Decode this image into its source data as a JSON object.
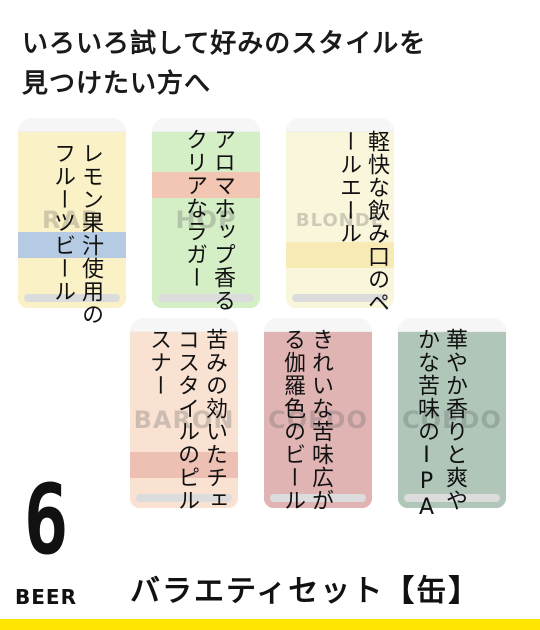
{
  "headline": {
    "line1": "いろいろ試して好みのスタイルを",
    "line2": "見つけたい方へ"
  },
  "cans": [
    {
      "label": "レモン果汁使用のフルーツビール",
      "brand": "RAD",
      "color": "#f3d96a"
    },
    {
      "label": "アロマホップ香るクリアなラガー",
      "brand": "HOP",
      "color": "#8fd16a"
    },
    {
      "label": "軽快な飲み口のペールエール",
      "brand": "BLONDE",
      "color": "#f1e7a2"
    },
    {
      "label": "苦みの効いたチェコスタイルのピルスナー",
      "brand": "BARON",
      "color": "#f1b48c"
    },
    {
      "label": "きれいな苦味広がる伽羅色のビール",
      "brand": "COEDO",
      "color": "#b03a3a"
    },
    {
      "label": "華やか香りと爽やかな苦味のIPA",
      "brand": "COEDO",
      "color": "#2e6a49"
    }
  ],
  "badge": {
    "number": "6",
    "unit": "BEER"
  },
  "product_title": "バラエティセット【缶】",
  "colors": {
    "accent_bar": "#ffe600"
  }
}
